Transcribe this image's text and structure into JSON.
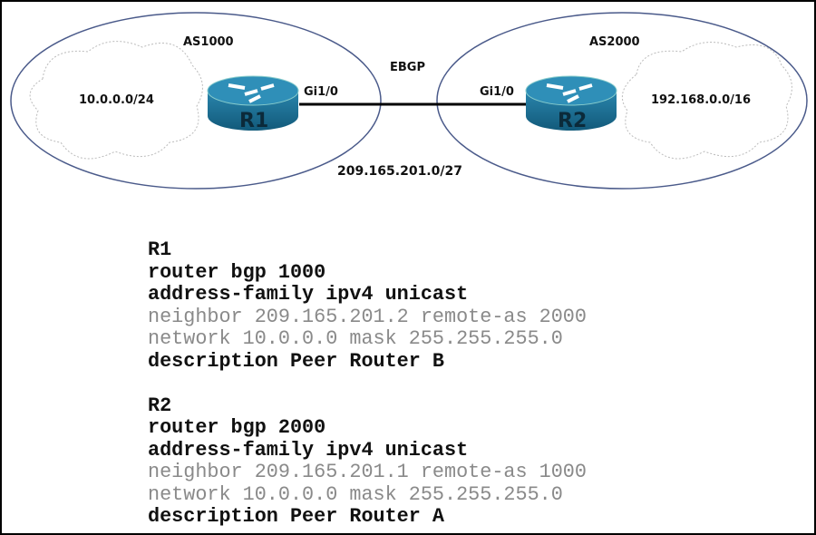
{
  "diagram": {
    "as_left": "AS1000",
    "as_right": "AS2000",
    "link_label": "EBGP",
    "link_subnet": "209.165.201.0/27",
    "left_network": "10.0.0.0/24",
    "right_network": "192.168.0.0/16",
    "r1": {
      "name": "R1",
      "interface": "Gi1/0"
    },
    "r2": {
      "name": "R2",
      "interface": "Gi1/0"
    },
    "router_color": "#1f6f93"
  },
  "config": {
    "r1": {
      "title": "R1",
      "lines": [
        "router bgp 1000",
        "address-family ipv4 unicast",
        "neighbor 209.165.201.2 remote-as 2000",
        "network 10.0.0.0 mask 255.255.255.0",
        "description Peer Router B"
      ]
    },
    "r2": {
      "title": "R2",
      "lines": [
        "router bgp 2000",
        "address-family ipv4 unicast",
        "neighbor 209.165.201.1 remote-as 1000",
        "network 10.0.0.0 mask 255.255.255.0",
        "description Peer Router A"
      ]
    }
  }
}
